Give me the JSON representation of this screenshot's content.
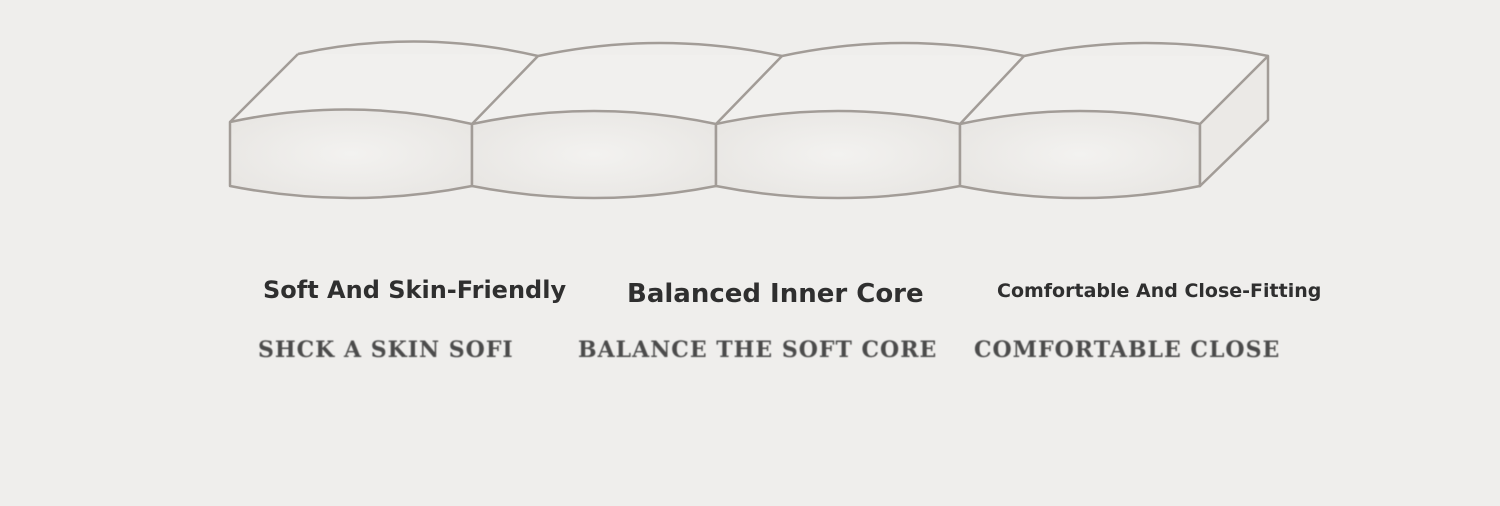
{
  "colors": {
    "background": "#efeeec",
    "outline": "#a29c97",
    "heading_text": "#2f2f2f"
  },
  "features": [
    {
      "title": "Soft And Skin-Friendly",
      "subtitle": "SHCK A SKIN SOFI"
    },
    {
      "title": "Balanced Inner Core",
      "subtitle": "BALANCE THE SOFT CORE"
    },
    {
      "title": "Comfortable And Close-Fitting",
      "subtitle": "COMFORTABLE CLOSE"
    }
  ]
}
